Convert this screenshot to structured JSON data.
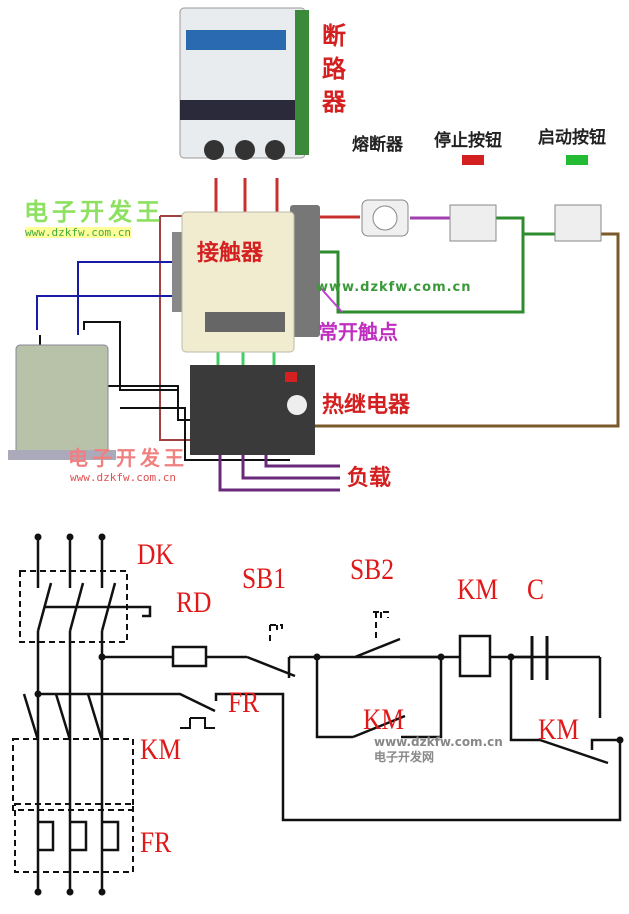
{
  "wiring_photo": {
    "breaker_label": "断路器",
    "fuse_label": "熔断器",
    "stop_button_label": "停止按钮",
    "start_button_label": "启动按钮",
    "contactor_label": "接触器",
    "no_contact_label": "常开触点",
    "thermal_relay_label": "热继电器",
    "load_label": "负载",
    "watermark_logo": "电子开发王",
    "watermark_url": "www.dzkfw.com.cn",
    "watermark_url_mid": "www.dzkfw.com.cn",
    "watermark_logo_bottom": "电子开发王",
    "watermark_url_bottom": "www.dzkfw.com.cn",
    "colors": {
      "phase": "#c83030",
      "control": "#2e8b2e",
      "coil": "#1a1aa8",
      "load": "#6a2a7a",
      "return": "#7a5a2a"
    }
  },
  "schematic": {
    "dk": "DK",
    "rd": "RD",
    "sb1": "SB1",
    "sb2": "SB2",
    "km_coil": "KM",
    "c": "C",
    "fr_contact": "FR",
    "km_hold": "KM",
    "km_aux": "KM",
    "km_main": "KM",
    "fr_main": "FR",
    "watermark_url": "www.dzkfw.com.cn",
    "watermark_site": "电子开发网"
  }
}
